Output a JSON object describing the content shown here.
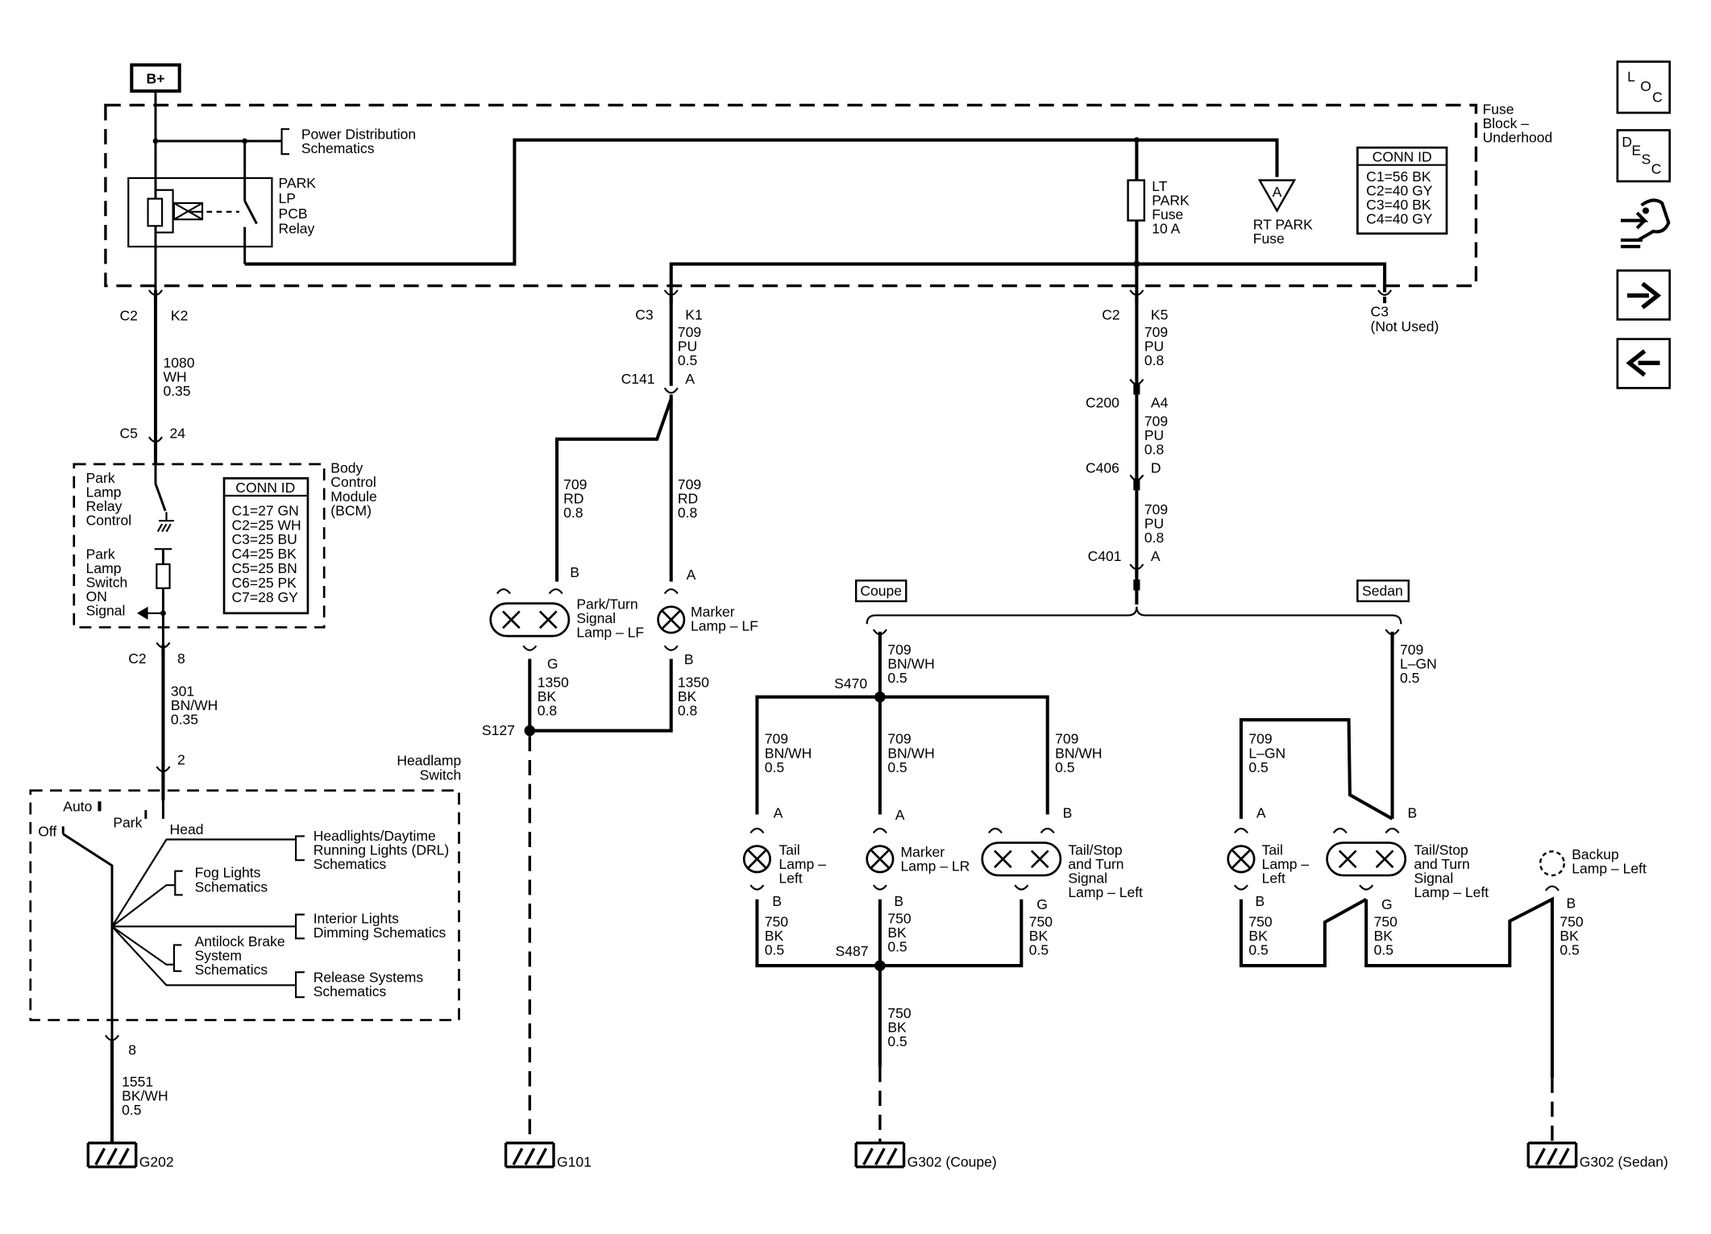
{
  "battery": "B+",
  "fuse_block": {
    "label": [
      "Fuse",
      "Block –",
      "Underhood"
    ]
  },
  "power_distribution": [
    "Power Distribution",
    "Schematics"
  ],
  "relay": [
    "PARK",
    "LP",
    "PCB",
    "Relay"
  ],
  "lt_park_fuse": [
    "LT",
    "PARK",
    "Fuse",
    "10 A"
  ],
  "rt_park_fuse": {
    "marker": "A",
    "label": [
      "RT PARK",
      "Fuse"
    ]
  },
  "conn_id_top": {
    "title": "CONN ID",
    "rows": [
      "C1=56 BK",
      "C2=40 GY",
      "C3=40 BK",
      "C4=40 GY"
    ]
  },
  "c3_not_used": [
    "C3",
    "(Not Used)"
  ],
  "connectors": {
    "c2_k2": [
      "C2",
      "K2"
    ],
    "c5_24": [
      "C5",
      "24"
    ],
    "c2_8": [
      "C2",
      "8"
    ],
    "pin_2": "2",
    "pin_8": "8",
    "c3_k1": [
      "C3",
      "K1"
    ],
    "c141_a": [
      "C141",
      "A"
    ],
    "c2_k5": [
      "C2",
      "K5"
    ],
    "c200_a4": [
      "C200",
      "A4"
    ],
    "c406_d": [
      "C406",
      "D"
    ],
    "c401_a": [
      "C401",
      "A"
    ]
  },
  "wires": {
    "w1080": [
      "1080",
      "WH",
      "0.35"
    ],
    "w301": [
      "301",
      "BN/WH",
      "0.35"
    ],
    "w1551": [
      "1551",
      "BK/WH",
      "0.5"
    ],
    "w709_pu_05": [
      "709",
      "PU",
      "0.5"
    ],
    "w709_pu_08a": [
      "709",
      "PU",
      "0.8"
    ],
    "w709_pu_08b": [
      "709",
      "PU",
      "0.8"
    ],
    "w709_pu_08c": [
      "709",
      "PU",
      "0.8"
    ],
    "w709_rd_l": [
      "709",
      "RD",
      "0.8"
    ],
    "w709_rd_r": [
      "709",
      "RD",
      "0.8"
    ],
    "w1350_l": [
      "1350",
      "BK",
      "0.8"
    ],
    "w1350_r": [
      "1350",
      "BK",
      "0.8"
    ],
    "w709_bnwh_top": [
      "709",
      "BN/WH",
      "0.5"
    ],
    "w709_bnwh_1": [
      "709",
      "BN/WH",
      "0.5"
    ],
    "w709_bnwh_2": [
      "709",
      "BN/WH",
      "0.5"
    ],
    "w709_bnwh_3": [
      "709",
      "BN/WH",
      "0.5"
    ],
    "w750_c1": [
      "750",
      "BK",
      "0.5"
    ],
    "w750_c2": [
      "750",
      "BK",
      "0.5"
    ],
    "w750_c3": [
      "750",
      "BK",
      "0.5"
    ],
    "w750_c4": [
      "750",
      "BK",
      "0.5"
    ],
    "w709_lgn_top": [
      "709",
      "L–GN",
      "0.5"
    ],
    "w709_lgn_l": [
      "709",
      "L–GN",
      "0.5"
    ],
    "w750_s1": [
      "750",
      "BK",
      "0.5"
    ],
    "w750_s2": [
      "750",
      "BK",
      "0.5"
    ],
    "w750_s3": [
      "750",
      "BK",
      "0.5"
    ]
  },
  "bcm": {
    "title": [
      "Body",
      "Control",
      "Module",
      "(BCM)"
    ],
    "relay_control": [
      "Park",
      "Lamp",
      "Relay",
      "Control"
    ],
    "switch_signal": [
      "Park",
      "Lamp",
      "Switch",
      "ON",
      "Signal"
    ],
    "conn_id": {
      "title": "CONN ID",
      "rows": [
        "C1=27 GN",
        "C2=25 WH",
        "C3=25 BU",
        "C4=25 BK",
        "C5=25 BN",
        "C6=25 PK",
        "C7=28 GY"
      ]
    }
  },
  "headlamp_switch": {
    "title": [
      "Headlamp",
      "Switch"
    ],
    "positions": {
      "auto": "Auto",
      "off": "Off",
      "park": "Park",
      "head": "Head"
    },
    "refs": [
      [
        "Headlights/Daytime",
        "Running Lights (DRL)",
        "Schematics"
      ],
      [
        "Fog Lights",
        "Schematics"
      ],
      [
        "Interior Lights",
        "Dimming Schematics"
      ],
      [
        "Antilock Brake",
        "System",
        "Schematics"
      ],
      [
        "Release Systems",
        "Schematics"
      ]
    ]
  },
  "splices": {
    "s127": "S127",
    "s470": "S470",
    "s487": "S487"
  },
  "grounds": {
    "g202": "G202",
    "g101": "G101",
    "g302c": "G302 (Coupe)",
    "g302s": "G302 (Sedan)"
  },
  "variants": {
    "coupe": "Coupe",
    "sedan": "Sedan"
  },
  "lamps": {
    "park_turn_lf": {
      "label": [
        "Park/Turn",
        "Signal",
        "Lamp – LF"
      ],
      "pins": [
        "B",
        "G"
      ]
    },
    "marker_lf": {
      "label": [
        "Marker",
        "Lamp – LF"
      ],
      "pins": [
        "A",
        "B"
      ]
    },
    "tail_coupe": {
      "label": [
        "Tail",
        "Lamp –",
        "Left"
      ],
      "pins": [
        "A",
        "B"
      ]
    },
    "marker_lr": {
      "label": [
        "Marker",
        "Lamp – LR"
      ],
      "pins": [
        "A",
        "B"
      ]
    },
    "tailstop_coupe": {
      "label": [
        "Tail/Stop",
        "and Turn",
        "Signal",
        "Lamp – Left"
      ],
      "pins": [
        "B",
        "G"
      ]
    },
    "tail_sedan": {
      "label": [
        "Tail",
        "Lamp –",
        "Left"
      ],
      "pins": [
        "A",
        "B"
      ]
    },
    "tailstop_sedan": {
      "label": [
        "Tail/Stop",
        "and Turn",
        "Signal",
        "Lamp – Left"
      ],
      "pins": [
        "B",
        "G"
      ]
    },
    "backup_left": {
      "label": [
        "Backup",
        "Lamp – Left"
      ],
      "pins": [
        "B"
      ]
    }
  },
  "nav": {
    "loc": [
      "L",
      "O",
      "C"
    ],
    "desc": [
      "D",
      "E",
      "S",
      "C"
    ],
    "icons": [
      "signal-path-icon",
      "arrow-right-icon",
      "arrow-left-icon"
    ]
  }
}
